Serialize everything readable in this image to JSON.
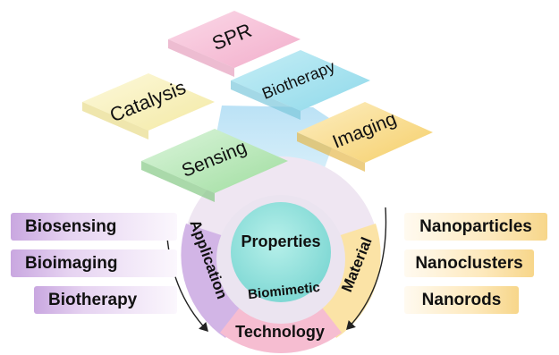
{
  "tiles": [
    {
      "id": "spr",
      "label": "SPR",
      "color": "#f3b9d3"
    },
    {
      "id": "biotherapy",
      "label": "Biotherapy",
      "color": "#a9e4ef"
    },
    {
      "id": "catalysis",
      "label": "Catalysis",
      "color": "#f7f0b8"
    },
    {
      "id": "sensing",
      "label": "Sensing",
      "color": "#b3e6b3"
    },
    {
      "id": "imaging",
      "label": "Imaging",
      "color": "#f8dc88"
    }
  ],
  "wheel": {
    "center": "Properties",
    "inner_ring": "Biomimetic",
    "left_arc": "Application",
    "right_arc": "Material",
    "bottom_arc": "Technology"
  },
  "applications": [
    "Biosensing",
    "Bioimaging",
    "Biotherapy"
  ],
  "materials": [
    "Nanoparticles",
    "Nanoclusters",
    "Nanorods"
  ],
  "colors": {
    "application": "#c9a7e0",
    "material": "#f7d68a",
    "technology": "#f5b6cc",
    "properties": "#8fe1dc",
    "funnel": "#a8d8f0"
  }
}
